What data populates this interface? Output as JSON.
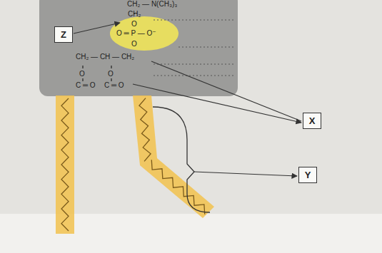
{
  "diagram": {
    "nodes": [
      {
        "text": [
          "Z"
        ]
      },
      {
        "text": [
          "X"
        ]
      },
      {
        "text": [
          "Y"
        ]
      }
    ],
    "labels": [
      "CH₂ — N(CH₃)₃",
      "CH₂",
      "O",
      "O ═ P — O⁻",
      "O",
      "CH₂ — CH — CH₂",
      "O",
      "O",
      "C ═ O",
      "C ═ O"
    ]
  }
}
